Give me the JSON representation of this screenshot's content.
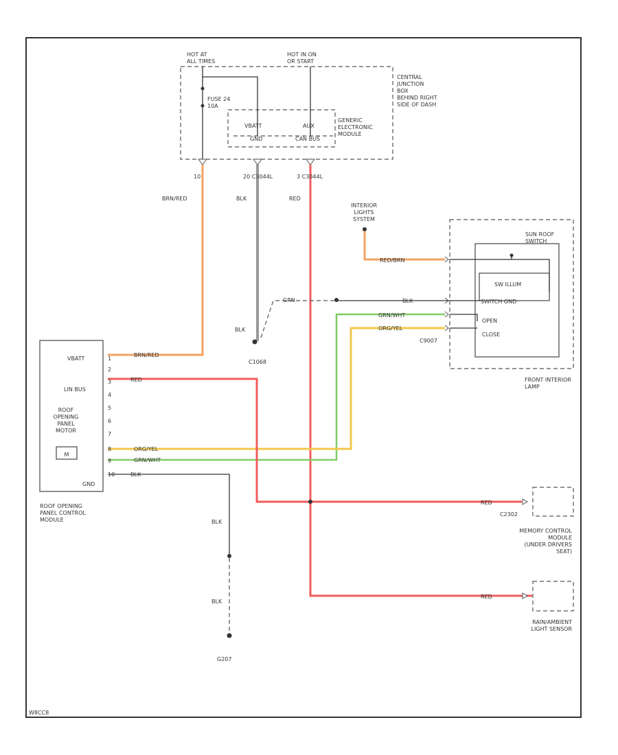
{
  "colors": {
    "orange": "#f4a261",
    "red": "#f25c5c",
    "green": "#7fcc66",
    "yellow": "#f2c84b",
    "black": "#333333",
    "gray": "#999999"
  },
  "labels": {
    "hot_at_all_times": "HOT AT\nALL TIMES",
    "hot_in_on": "HOT IN ON\nOR START",
    "central_junction_box": "CENTRAL\nJUNCTION\nBOX\nBEHIND RIGHT\nSIDE OF DASH",
    "fuse": "FUSE 24\n10A",
    "generic_electronic_module": "GENERIC\nELECTRONIC\nMODULE",
    "gem_vbatt": "VBATT",
    "gem_aux": "AUX",
    "gem_gnd": "GND",
    "gem_can_bus": "CAN BUS",
    "pin_vbatt": "10",
    "pin_gnd": "20 C3044L",
    "pin_aux": "3 C3044L",
    "wire_orange": "BRN/RED",
    "wire_blk_gem": "BLK",
    "wire_red_gem": "RED",
    "interior_lights_switch": "INTERIOR\nLIGHTS\nSYSTEM",
    "wire_interior": "RED/BRN",
    "sun_roof_switch": "SUN ROOF\nSWITCH",
    "sw_illum": "SW ILLUM",
    "switch_gnd": "SWITCH GND",
    "open": "OPEN",
    "close": "CLOSE",
    "wire_grn_upper": "GRN",
    "wire_blk_upper": "BLK",
    "wire_grn_wht": "GRN/WHT",
    "wire_org_yel": "ORG/YEL",
    "connector_c9007": "C9007",
    "front_interior_lamp": "FRONT INTERIOR\nLAMP",
    "blk_ground_label": "BLK",
    "ground_c1068": "C1068",
    "module_vbatt": "VBATT",
    "module_lin_bus": "LIN BUS",
    "module_motor": "ROOF\nOPENING\nPANEL\nMOTOR",
    "module_m": "M",
    "module_gnd": "GND",
    "module_pins": [
      "1",
      "2",
      "3",
      "4",
      "5",
      "6",
      "7",
      "8",
      "9",
      "10"
    ],
    "module_name": "ROOF OPENING\nPANEL CONTROL\nMODULE",
    "wire_module_vbatt": "BRN/RED",
    "wire_module_red": "RED",
    "wire_module_org": "ORG/YEL",
    "wire_module_grn": "GRN/WHT",
    "wire_module_blk": "BLK",
    "wire_blk_down1": "BLK",
    "wire_blk_down2": "BLK",
    "ground_g207": "G207",
    "wire_red_memory": "RED",
    "connector_c2302": "C2302",
    "memory_module": "MEMORY CONTROL\nMODULE\n(UNDER DRIVERS\nSEAT)",
    "wire_red_ambient": "RED",
    "ambient_sensor": "RAIN/AMBIENT\nLIGHT SENSOR",
    "footer_code": "W8CC8"
  }
}
